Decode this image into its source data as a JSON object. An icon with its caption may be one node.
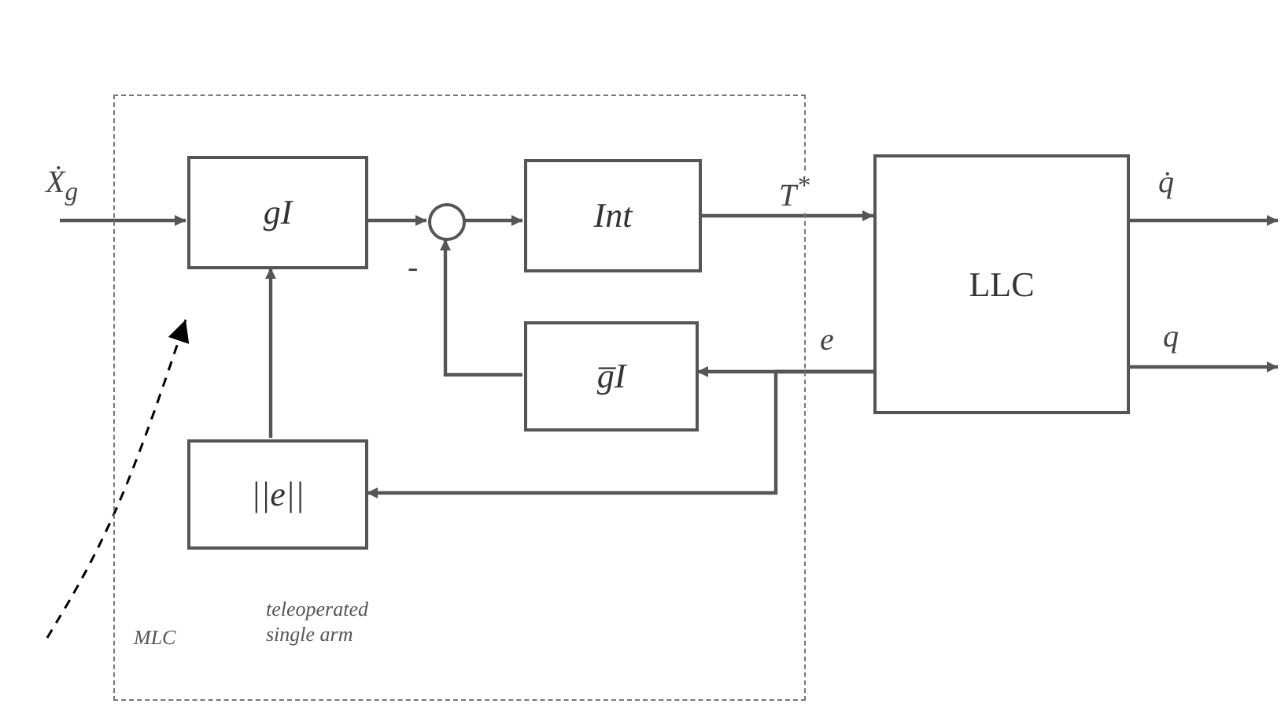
{
  "diagram": {
    "nodes": [
      {
        "text": [
          "MLC",
          "teleoperated single arm"
        ]
      },
      {
        "text": [
          "gI"
        ],
        "in": 0
      },
      {
        "text": [],
        "shape": "circle",
        "in": 0
      },
      {
        "text": [
          "Int"
        ],
        "in": 0
      },
      {
        "text": [
          "g̅I"
        ],
        "in": 0
      },
      {
        "text": [
          "||e||"
        ],
        "in": 0
      },
      {
        "text": [
          "LLC"
        ]
      }
    ],
    "edges": [
      {
        "from": null,
        "to": 1,
        "arrow": "to",
        "label": "Ẋ$_{g}$"
      },
      {
        "from": 1,
        "to": 2,
        "arrow": "to"
      },
      {
        "from": 2,
        "to": 3,
        "arrow": "to"
      },
      {
        "from": 3,
        "to": 6,
        "arrow": "to",
        "label": "T$^{*}$"
      },
      {
        "from": 6,
        "to": 4,
        "arrow": "to",
        "label": "e"
      },
      {
        "from": 6,
        "to": 5,
        "arrow": "to"
      },
      {
        "from": 5,
        "to": 1,
        "arrow": "to"
      },
      {
        "from": 4,
        "to": 2,
        "arrow": "to",
        "label": "-"
      },
      {
        "from": 6,
        "to": null,
        "arrow": "to",
        "label": "q̇"
      },
      {
        "from": 6,
        "to": null,
        "arrow": "to",
        "label": "q"
      },
      {
        "from": null,
        "to": 0,
        "arrow": "to",
        "style": "dashed",
        "color": "#000000"
      }
    ]
  }
}
